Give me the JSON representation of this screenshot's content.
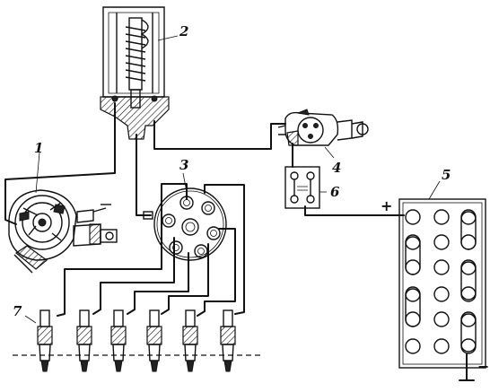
{
  "labels": {
    "distributor": "1",
    "coil": "2",
    "distributor_cap": "3",
    "ignition_switch": "4",
    "resistor": "6",
    "battery": "5",
    "spark_plugs": "7"
  },
  "symbols": {
    "plus": "+",
    "minus": "−"
  }
}
